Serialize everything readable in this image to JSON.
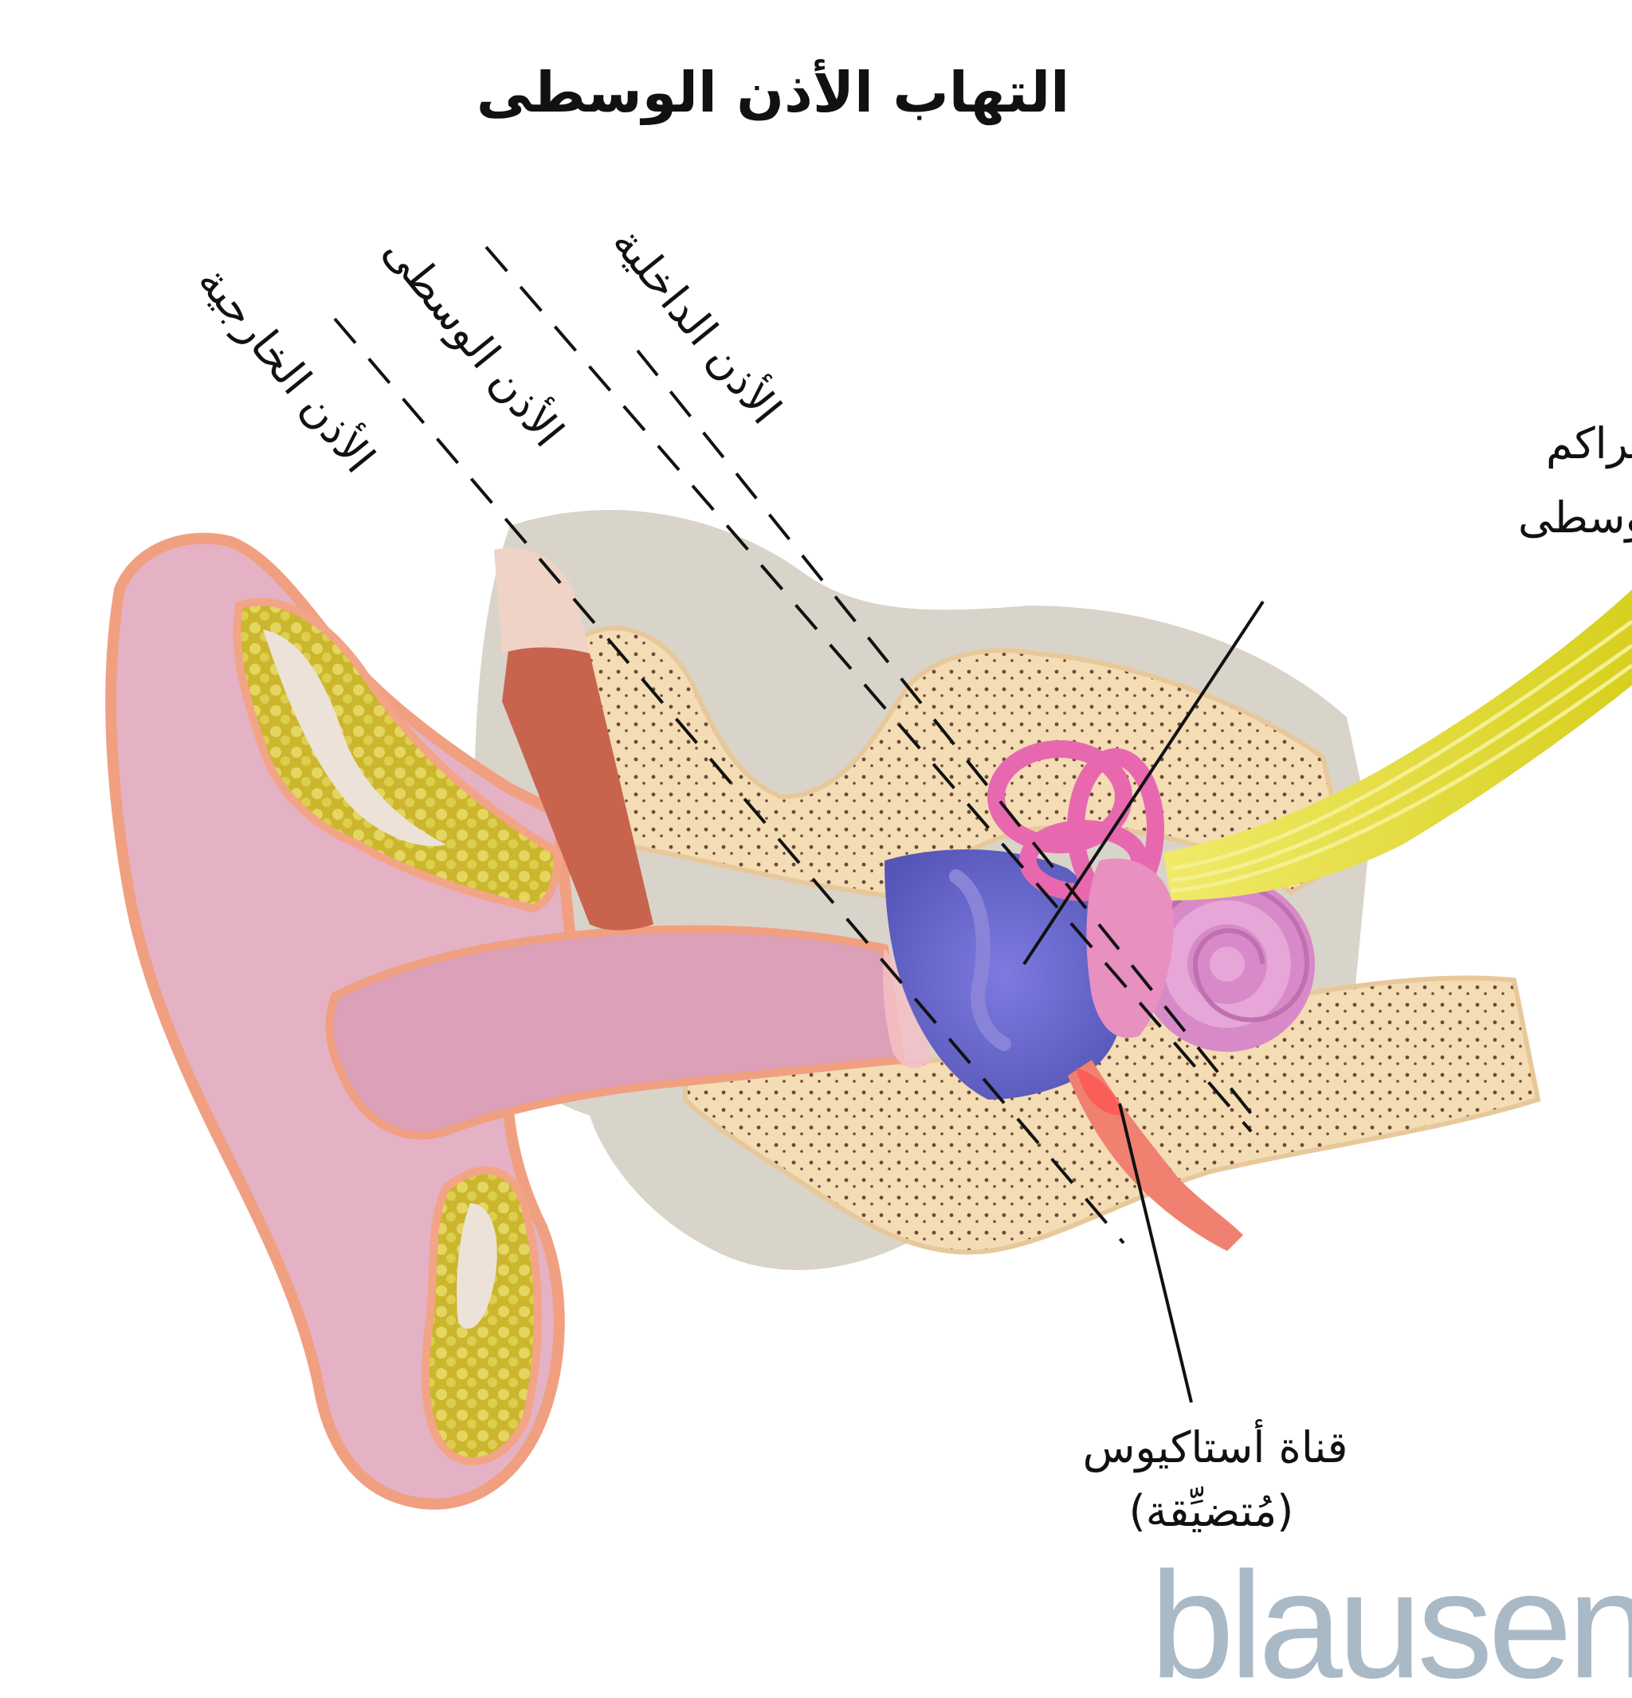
{
  "title": "التهاب الأذن الوسطى",
  "regions": {
    "inner": "الأذن الداخلية",
    "middle": "الأذن الوسطى",
    "outer": "الأذن الخارجية"
  },
  "callouts": {
    "inflammation_line1": "الالتهاب وتراكم",
    "inflammation_line2": "السائل في الأذن الوسطى",
    "eustachian_line1": "قناة أستاكيوس",
    "eustachian_line2": "(مُتضيِّقة)"
  },
  "logo": "blausen",
  "colors": {
    "skin": "#e8b8c8",
    "cartilage": "#d4c23a",
    "bone": "#f3dcb4",
    "fluid": "#6f6fd0",
    "nerve": "#e6e040",
    "logo": "#aab9c6"
  }
}
